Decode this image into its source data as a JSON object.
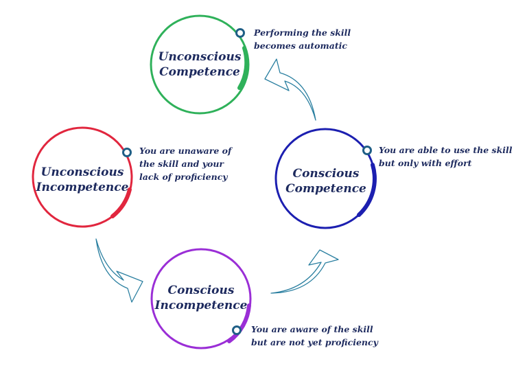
{
  "stages": [
    {
      "id": "unconscious-competence",
      "line1": "Unconscious",
      "line2": "Competence",
      "color": "#2fb15a",
      "description": [
        "Performing the skill",
        "becomes automatic"
      ]
    },
    {
      "id": "conscious-competence",
      "line1": "Conscious",
      "line2": "Competence",
      "color": "#1c1fb0",
      "description": [
        "You are able to use the skill",
        "but only with effort"
      ]
    },
    {
      "id": "conscious-incompetence",
      "line1": "Conscious",
      "line2": "Incompetence",
      "color": "#9a2ed6",
      "description": [
        "You are aware of the skill",
        "but are not yet  proficiency"
      ]
    },
    {
      "id": "unconscious-incompetence",
      "line1": "Unconscious",
      "line2": "Incompetence",
      "color": "#e1263e",
      "description": [
        "You are unaware of",
        "the skill and your",
        "lack of proficiency"
      ]
    }
  ],
  "colors": {
    "text": "#1d2a5e",
    "arrow": "#2a7fa0",
    "node": "#1f5f86"
  }
}
